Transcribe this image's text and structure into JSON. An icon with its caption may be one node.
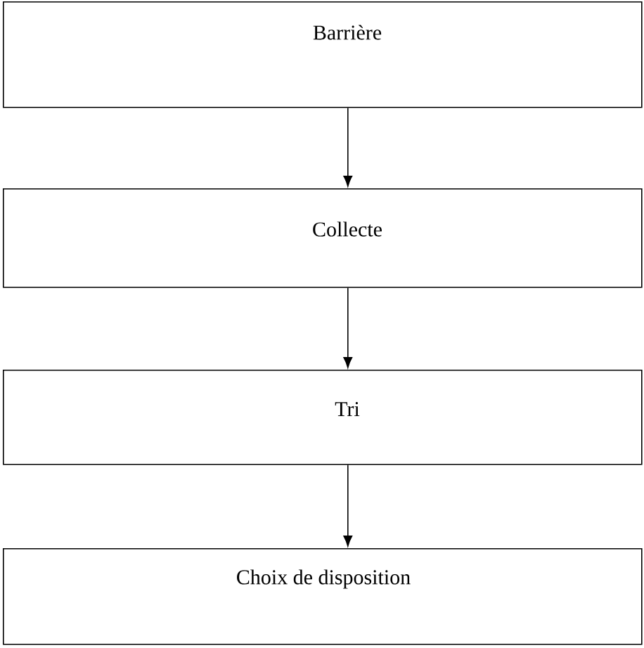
{
  "diagram": {
    "nodes": [
      {
        "text": [
          "Barrière"
        ]
      },
      {
        "text": [
          "Collecte"
        ]
      },
      {
        "text": [
          "Tri"
        ]
      },
      {
        "text": [
          "Choix de disposition"
        ]
      }
    ],
    "edges": [
      {
        "from": 0,
        "to": 1,
        "arrow": "to"
      },
      {
        "from": 1,
        "to": 2,
        "arrow": "to"
      },
      {
        "from": 2,
        "to": 3,
        "arrow": "to"
      }
    ]
  }
}
